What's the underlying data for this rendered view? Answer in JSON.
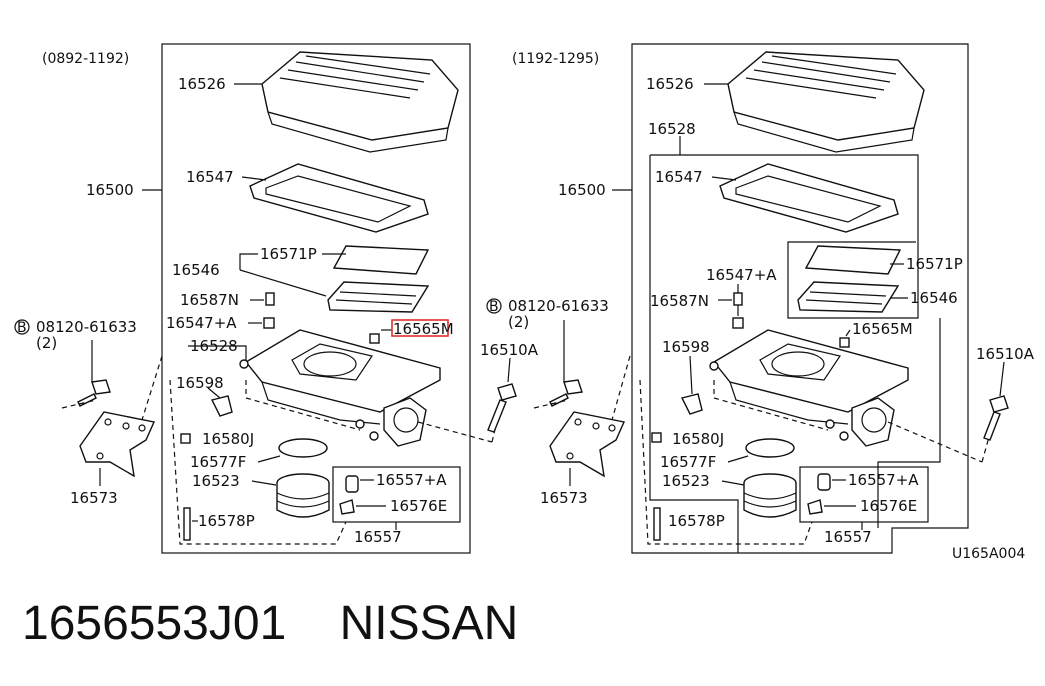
{
  "left": {
    "range": "(0892-1192)",
    "labels": {
      "p16526": "16526",
      "p16500": "16500",
      "p16547": "16547",
      "p16546": "16546",
      "p16571P": "16571P",
      "p16587N": "16587N",
      "p16547A": "16547+A",
      "p16565M": "16565M",
      "p16528": "16528",
      "p16598": "16598",
      "p16580J": "16580J",
      "p16577F": "16577F",
      "p16523": "16523",
      "p16578P": "16578P",
      "p16557A": "16557+A",
      "p16576E": "16576E",
      "p16557": "16557",
      "p16510A": "16510A",
      "p16573": "16573",
      "bolt": "08120-61633",
      "bolt_qty": "(2)",
      "bolt_mark": "B"
    }
  },
  "right": {
    "range": "(1192-1295)",
    "labels": {
      "p16526": "16526",
      "p16528": "16528",
      "p16500": "16500",
      "p16547": "16547",
      "p16571P": "16571P",
      "p16546": "16546",
      "p16547A": "16547+A",
      "p16587N": "16587N",
      "p16565M": "16565M",
      "p16598": "16598",
      "p16580J": "16580J",
      "p16577F": "16577F",
      "p16523": "16523",
      "p16578P": "16578P",
      "p16557A": "16557+A",
      "p16576E": "16576E",
      "p16557": "16557",
      "p16510A": "16510A",
      "p16573": "16573",
      "bolt": "08120-61633",
      "bolt_qty": "(2)",
      "bolt_mark": "B",
      "ref_code": "U165A004"
    }
  },
  "caption": {
    "part_number": "1656553J01",
    "brand": "NISSAN"
  },
  "highlight_color": "#e03030"
}
